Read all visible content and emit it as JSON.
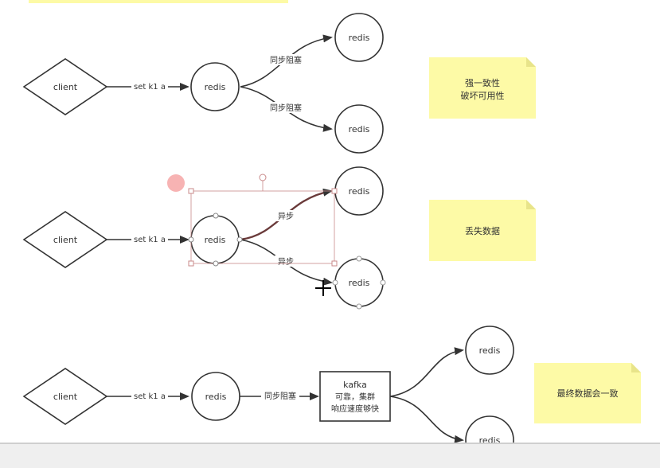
{
  "rows": [
    {
      "client": "client",
      "edge_client": "set k1 a",
      "hub": "redis",
      "edge_top": "同步阻塞",
      "edge_bottom": "同步阻塞",
      "top_target": "redis",
      "bottom_target": "redis",
      "note": [
        "强一致性",
        "破坏可用性"
      ]
    },
    {
      "client": "client",
      "edge_client": "set k1 a",
      "hub": "redis",
      "edge_top": "异步",
      "edge_bottom": "异步",
      "top_target": "redis",
      "bottom_target": "redis",
      "note": [
        "丢失数据"
      ]
    },
    {
      "client": "client",
      "edge_client": "set k1 a",
      "hub": "redis",
      "edge_mid": "同步阻塞",
      "queue": [
        "kafka",
        "可靠，集群",
        "响应速度够快"
      ],
      "top_target": "redis",
      "bottom_target": "redis",
      "note": [
        "最终数据会一致"
      ]
    }
  ],
  "colors": {
    "stroke": "#333333",
    "note_fill": "#fdfaa6",
    "note_fold": "#e8e48a",
    "selection": "#c98a8a",
    "cursor_dot": "#f6a6a6"
  }
}
